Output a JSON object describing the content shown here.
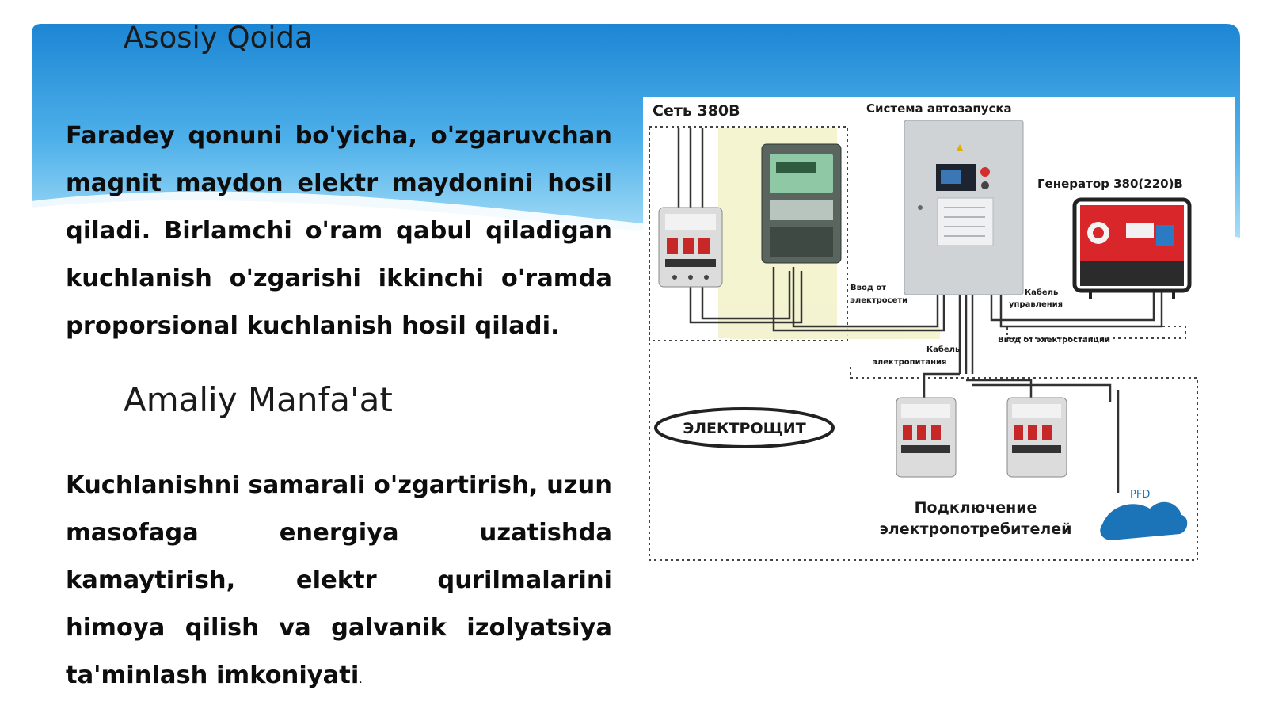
{
  "slide": {
    "heading_1": "Asosiy Qoida",
    "paragraph_1": "Faradey qonuni bo'yicha, o'zgaruvchan magnit maydon elektr maydonini hosil qiladi. Birlamchi o'ram qabul qiladigan kuchlanish o'zgarishi ikkinchi o'ramda proporsional kuchlanish hosil qiladi.",
    "heading_2": "Amaliy Manfa'at",
    "paragraph_2": "Kuchlanishni samarali o'zgartirish, uzun masofaga energiya uzatishda kamaytirish, elektr qurilmalarini himoya qilish va galvanik izolyatsiya ta'minlash imkoniyati",
    "paragraph_2_end": "."
  },
  "diagram": {
    "label_grid": "Сеть 380В",
    "label_autostart": "Система автозапуска",
    "label_generator": "Генератор 380(220)В",
    "label_input_grid_1": "Ввод от",
    "label_input_grid_2": "электросети",
    "label_control_cable_1": "Кабель",
    "label_control_cable_2": "управления",
    "label_input_generator": "Ввод от электростанции",
    "label_power_cable_1": "Кабель",
    "label_power_cable_2": "электропитания",
    "label_panel": "ЭЛЕКТРОЩИТ",
    "label_consumers_1": "Подключение",
    "label_consumers_2": "электропотребителей",
    "label_logo": "PFD"
  },
  "colors": {
    "sky_top": "#1f8ed8",
    "sky_bottom": "#8fd3f4",
    "text": "#0d0d0d",
    "generator_red": "#d8262b",
    "wire_dark": "#333333"
  }
}
